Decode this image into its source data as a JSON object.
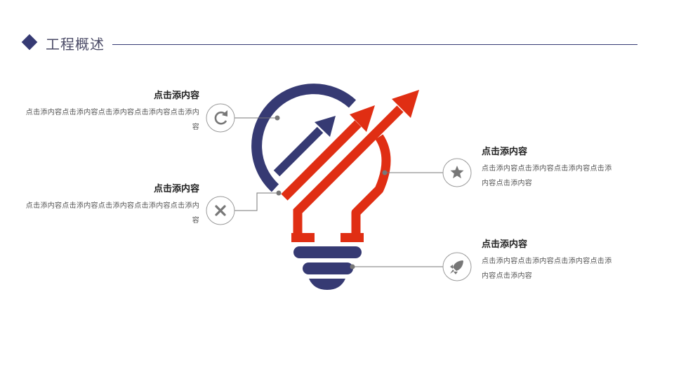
{
  "header": {
    "title": "工程概述"
  },
  "colors": {
    "navy": "#363a73",
    "red": "#e02e13",
    "gray": "#777777"
  },
  "blocks": {
    "top_left": {
      "heading": "点击添内容",
      "body": "点击添内容点击添内容点击添内容点击添内容点击添内容",
      "icon": "refresh-icon"
    },
    "mid_left": {
      "heading": "点击添内容",
      "body": "点击添内容点击添内容点击添内容点击添内容点击添内容",
      "icon": "close-icon"
    },
    "top_right": {
      "heading": "点击添内容",
      "body": "点击添内容点击添内容点击添内容点击添内容点击添内容",
      "icon": "star-icon"
    },
    "bot_right": {
      "heading": "点击添内容",
      "body": "点击添内容点击添内容点击添内容点击添内容点击添内容",
      "icon": "rocket-icon"
    }
  }
}
